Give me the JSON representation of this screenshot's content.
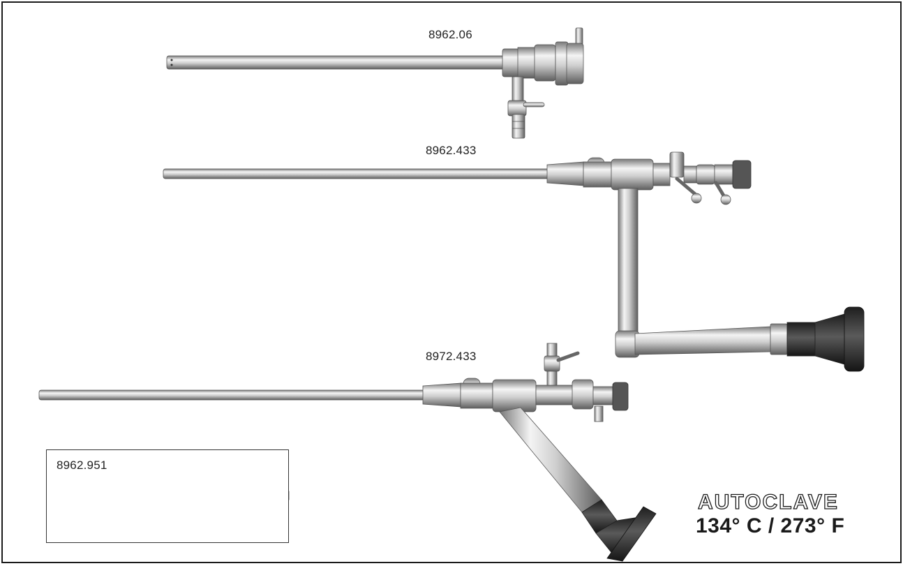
{
  "products": [
    {
      "id": "p1",
      "label": "8962.06"
    },
    {
      "id": "p2",
      "label": "8962.433"
    },
    {
      "id": "p3",
      "label": "8972.433"
    },
    {
      "id": "p4",
      "label": "8962.951"
    }
  ],
  "autoclave": {
    "title": "AUTOCLAVE",
    "temperature": "134° C / 273° F"
  },
  "colors": {
    "border": "#1a1a1a",
    "metal_light": "#e8e8e8",
    "metal_dark": "#6e6e6e",
    "eyepiece": "#2b2b2b",
    "text": "#222222"
  }
}
